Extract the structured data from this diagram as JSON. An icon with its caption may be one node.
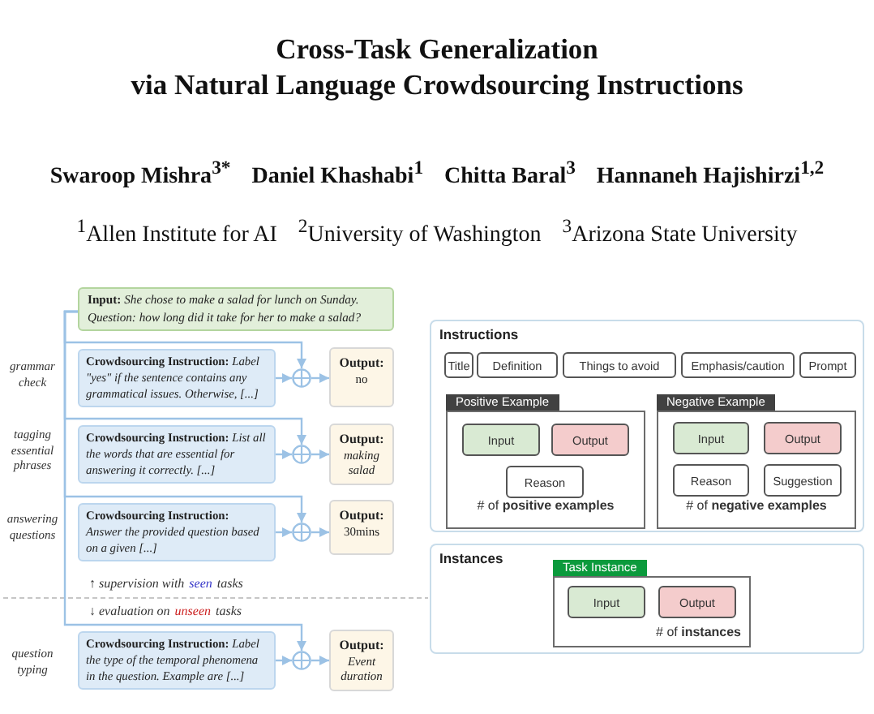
{
  "diagram": {
    "title": "Cross-Task Generalization via Natural Language Crowdsourcing Instructions",
    "nodes": [
      {
        "text": [
          "**Input:** *She chose to make a salad for lunch on Sunday. Question: how long did it take for her to make a salad?*"
        ]
      },
      {
        "text": [
          "**Crowdsourcing Instruction:** *Label \"yes\" if the sentence contains any grammatical issues. Otherwise, [...]*"
        ],
        "beside": [
          "grammar check"
        ]
      },
      {
        "text": [],
        "shape": "circle"
      },
      {
        "text": [
          "Output:",
          "no"
        ]
      },
      {
        "text": [
          "**Crowdsourcing Instruction:** *List all the words that are essential for answering it correctly. [...]*"
        ],
        "beside": [
          "tagging essential phrases"
        ]
      },
      {
        "text": [],
        "shape": "circle"
      },
      {
        "text": [
          "Output:",
          "making salad"
        ]
      },
      {
        "text": [
          "**Crowdsourcing Instruction:** *Answer the provided question based on a given [...]*"
        ],
        "beside": [
          "answering questions"
        ]
      },
      {
        "text": [],
        "shape": "circle"
      },
      {
        "text": [
          "Output:",
          "30mins"
        ]
      },
      {
        "text": [
          "**Crowdsourcing Instruction:** *Label the type of the temporal phenomena in the question. Example are [...]*"
        ],
        "beside": [
          "question typing"
        ]
      },
      {
        "text": [],
        "shape": "circle"
      },
      {
        "text": [
          "Output:",
          "Event duration"
        ]
      },
      {
        "text": [
          "Instructions"
        ]
      },
      {
        "text": [
          "Title"
        ],
        "in": 13
      },
      {
        "text": [
          "Definition"
        ],
        "in": 13
      },
      {
        "text": [
          "Things to avoid"
        ],
        "in": 13
      },
      {
        "text": [
          "Emphasis/caution"
        ],
        "in": 13
      },
      {
        "text": [
          "Prompt"
        ],
        "in": 13
      },
      {
        "text": [
          "Positive Example",
          "# of **positive examples**"
        ],
        "in": 13
      },
      {
        "text": [
          "Input"
        ],
        "in": 19
      },
      {
        "text": [
          "Output"
        ],
        "in": 19
      },
      {
        "text": [
          "Reason"
        ],
        "in": 19
      },
      {
        "text": [
          "Negative Example",
          "# of **negative examples**"
        ],
        "in": 13
      },
      {
        "text": [
          "Input"
        ],
        "in": 23
      },
      {
        "text": [
          "Output"
        ],
        "in": 23
      },
      {
        "text": [
          "Reason"
        ],
        "in": 23
      },
      {
        "text": [
          "Suggestion"
        ],
        "in": 23
      },
      {
        "text": [
          "Instances"
        ]
      },
      {
        "text": [
          "Task Instance",
          "# of **instances**"
        ],
        "in": 28
      },
      {
        "text": [
          "Input"
        ],
        "in": 29
      },
      {
        "text": [
          "Output"
        ],
        "in": 29
      }
    ],
    "edges": [
      {
        "from": 0,
        "to": 2,
        "arrow": "to"
      },
      {
        "from": 1,
        "to": 2,
        "arrow": "to"
      },
      {
        "from": 2,
        "to": 3,
        "arrow": "to"
      },
      {
        "from": 0,
        "to": 5,
        "arrow": "to"
      },
      {
        "from": 4,
        "to": 5,
        "arrow": "to"
      },
      {
        "from": 5,
        "to": 6,
        "arrow": "to"
      },
      {
        "from": 0,
        "to": 8,
        "arrow": "to"
      },
      {
        "from": 7,
        "to": 8,
        "arrow": "to"
      },
      {
        "from": 8,
        "to": 9,
        "arrow": "to"
      },
      {
        "from": 0,
        "to": 11,
        "arrow": "to"
      },
      {
        "from": 10,
        "to": 11,
        "arrow": "to"
      },
      {
        "from": 11,
        "to": 12,
        "arrow": "to"
      }
    ],
    "labels": [
      "Swaroop Mishra$^{3*}$",
      "Daniel Khashabi$^{1}$",
      "Chitta Baral$^{3}$",
      "Hannaneh Hajishirzi$^{1,2}$",
      "$^{1}$Allen Institute for AI",
      "$^{2}$University of Washington",
      "$^{3}$Arizona State University",
      "↑ supervision with",
      "seen",
      "tasks",
      "↓ evaluation on",
      "unseen",
      "tasks"
    ]
  }
}
